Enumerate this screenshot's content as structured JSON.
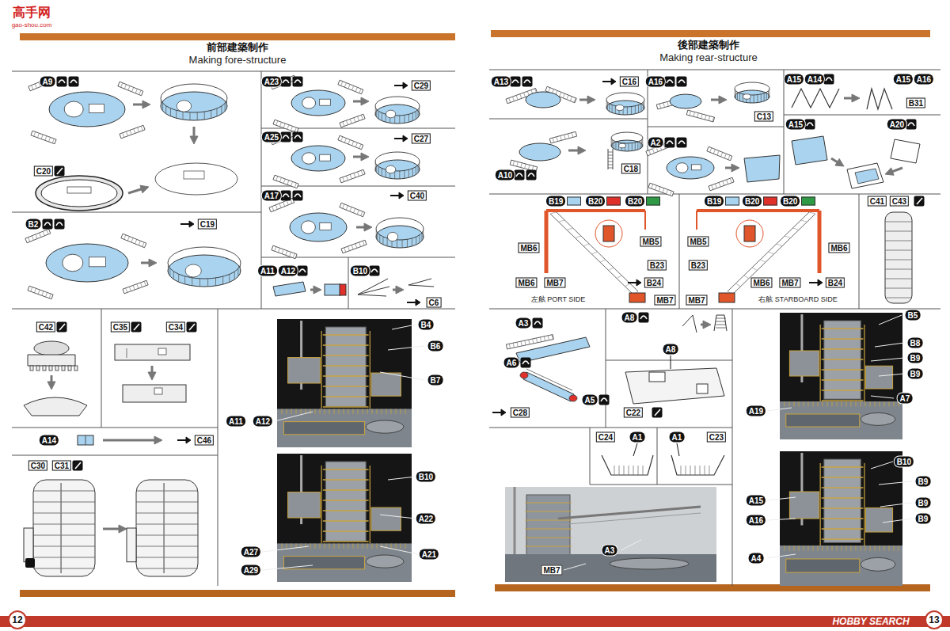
{
  "diagram": {
    "nodes": [
      {
        "text": [
          "前部建築制作",
          "Making fore-structure"
        ]
      },
      {
        "text": [
          "後部建築制作",
          "Making rear-structure"
        ]
      },
      {
        "text": [
          "12"
        ]
      },
      {
        "text": [
          "13"
        ]
      }
    ],
    "labels": [
      "A9",
      "C20",
      "C19",
      "B2",
      "A23",
      "C29",
      "A25",
      "C27",
      "A17",
      "C40",
      "A11",
      "A12",
      "B10",
      "C6",
      "C42",
      "C35",
      "C34",
      "A14",
      "C46",
      "C30",
      "C31",
      "B4",
      "B6",
      "B7",
      "A11",
      "A12",
      "B10",
      "A22",
      "A27",
      "A29",
      "A21",
      "A13",
      "C16",
      "A10",
      "C18",
      "A16",
      "C13",
      "A15",
      "A14",
      "A15",
      "A16",
      "B31",
      "A15",
      "A20",
      "A2",
      "MB6",
      "MB5",
      "B23",
      "MB6",
      "MB7",
      "B24",
      "MB7",
      "左舷 PORT SIDE",
      "MB5",
      "B23",
      "MB6",
      "MB6",
      "MB7",
      "B24",
      "MB7",
      "右舷 STARBOARD SIDE",
      "C41",
      "C43",
      "A3",
      "A6",
      "A5",
      "C28",
      "A8",
      "A8",
      "C22",
      "A1",
      "C24",
      "A1",
      "C23",
      "A3",
      "MB7",
      "B5",
      "B8",
      "B9",
      "B9",
      "A7",
      "A19",
      "B10",
      "B9",
      "A15",
      "B9",
      "A16",
      "B9",
      "A4",
      "高手网",
      "gao-shou.com",
      "HOBBY SEARCH"
    ],
    "legend": [
      {
        "text": "B19",
        "color": "#a8d4f0"
      },
      {
        "text": "B20",
        "color": "#e0302a"
      },
      {
        "text": "B20",
        "color": "#2e9a45"
      },
      {
        "text": "B19",
        "color": "#a8d4f0"
      },
      {
        "text": "B20",
        "color": "#e0302a"
      },
      {
        "text": "B20",
        "color": "#2e9a45"
      }
    ]
  }
}
